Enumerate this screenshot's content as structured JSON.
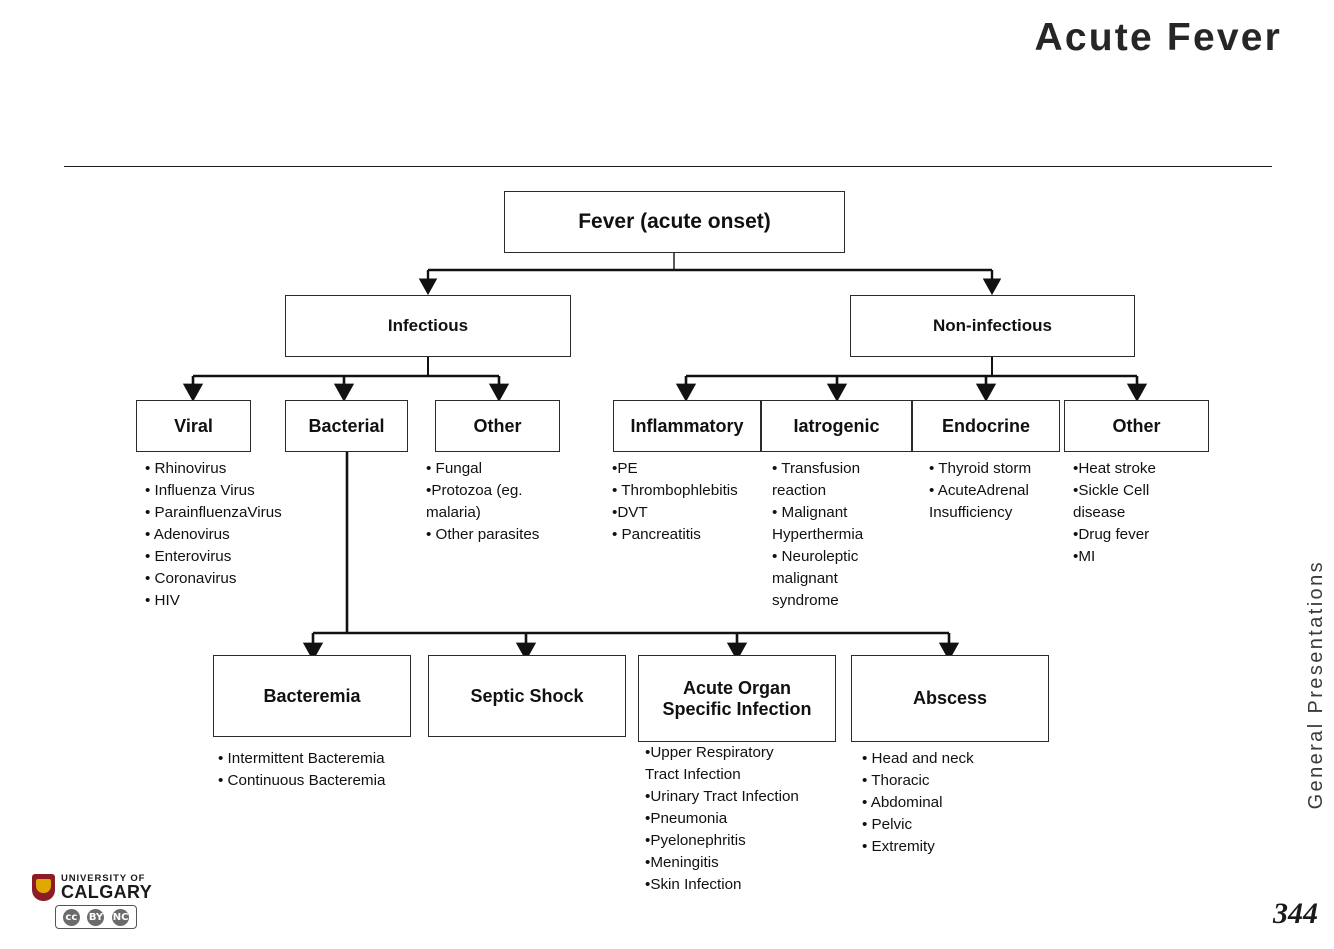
{
  "slide": {
    "title": "Acute Fever",
    "side_label": "General Presentations",
    "page_number": "344"
  },
  "footer": {
    "university_line1": "UNIVERSITY OF",
    "university_line2": "CALGARY",
    "cc_marks": [
      "cc",
      "BY",
      "NC"
    ]
  },
  "diagram": {
    "root": {
      "label": "Fever (acute onset)"
    },
    "level2": [
      {
        "label": "Infectious"
      },
      {
        "label": "Non-infectious"
      }
    ],
    "infectious_children": [
      {
        "label": "Viral"
      },
      {
        "label": "Bacterial"
      },
      {
        "label": "Other"
      }
    ],
    "noninfectious_children": [
      {
        "label": "Inflammatory"
      },
      {
        "label": "Iatrogenic"
      },
      {
        "label": "Endocrine"
      },
      {
        "label": "Other"
      }
    ],
    "bacterial_children": [
      {
        "label": "Bacteremia"
      },
      {
        "label": "Septic Shock"
      },
      {
        "label": "Acute Organ Specific Infection"
      },
      {
        "label": "Abscess"
      }
    ],
    "bullets": {
      "viral": [
        "• Rhinovirus",
        "• Influenza Virus",
        "• ParainfluenzaVirus",
        "• Adenovirus",
        "• Enterovirus",
        "• Coronavirus",
        "• HIV"
      ],
      "other_infectious": [
        "• Fungal",
        "•Protozoa (eg. malaria)",
        "• Other parasites"
      ],
      "inflammatory": [
        "•PE",
        "• Thrombophlebitis",
        "•DVT",
        "• Pancreatitis"
      ],
      "iatrogenic": [
        "• Transfusion reaction",
        "• Malignant Hyperthermia",
        "• Neuroleptic malignant syndrome"
      ],
      "endocrine": [
        "• Thyroid storm",
        "• AcuteAdrenal Insufficiency"
      ],
      "other_noninfectious": [
        "•Heat stroke",
        "•Sickle Cell disease",
        "•Drug fever",
        "•MI"
      ],
      "bacteremia": [
        "• Intermittent Bacteremia",
        "• Continuous Bacteremia"
      ],
      "acute_organ": [
        "•Upper Respiratory Tract Infection",
        "•Urinary Tract Infection",
        "•Pneumonia",
        "•Pyelonephritis",
        "•Meningitis",
        "•Skin Infection"
      ],
      "abscess": [
        "• Head and neck",
        "• Thoracic",
        "• Abdominal",
        "• Pelvic",
        "• Extremity"
      ]
    }
  },
  "colors": {
    "line": "#2b2b2b",
    "title": "#262626",
    "logo_red": "#8c1d26",
    "logo_gold": "#e0a800"
  }
}
